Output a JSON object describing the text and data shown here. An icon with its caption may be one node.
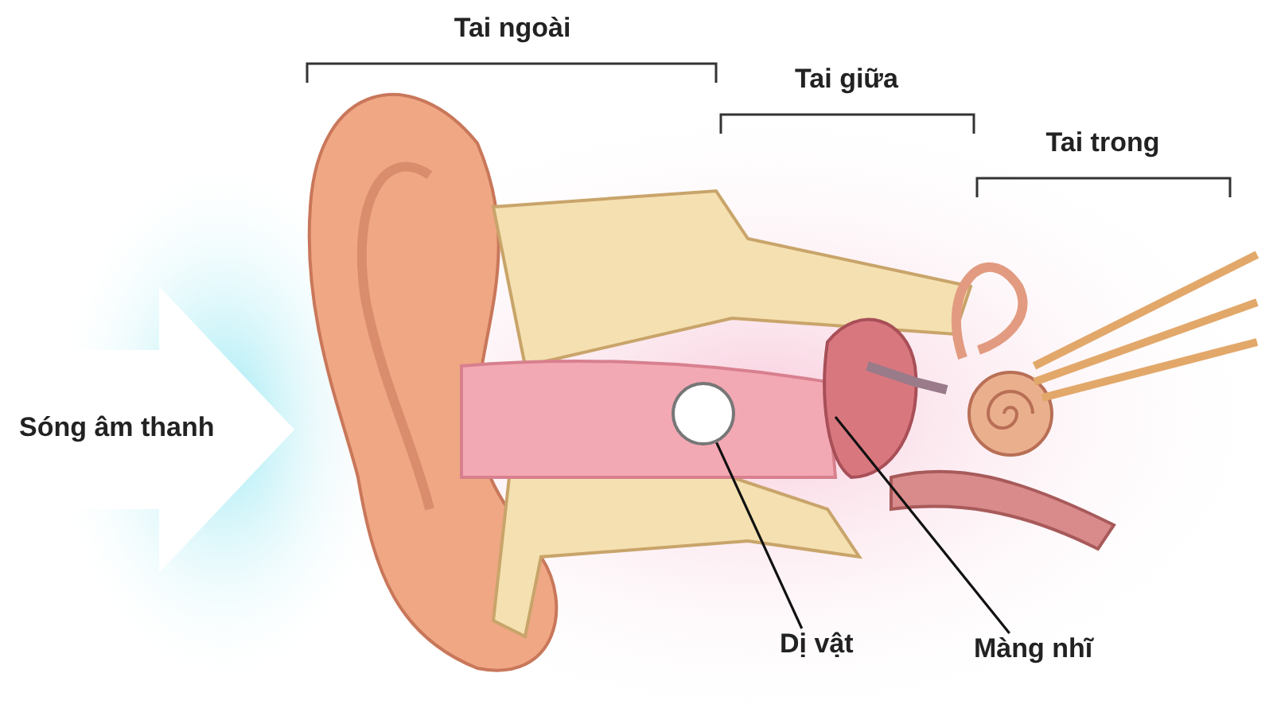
{
  "diagram": {
    "nodes": [
      {
        "text": [
          "Sóng âm thanh"
        ]
      },
      {
        "text": [],
        "shape": "circle"
      },
      {
        "text": [
          "Dị vật"
        ]
      },
      {
        "text": [
          "Màng nhĩ"
        ]
      }
    ],
    "edges": [
      {
        "from": 2,
        "to": 1,
        "arrow": "none"
      },
      {
        "from": 3,
        "to": null,
        "arrow": "none"
      }
    ],
    "labels": [
      "Tai ngoài",
      "Tai giữa",
      "Tai trong"
    ]
  }
}
